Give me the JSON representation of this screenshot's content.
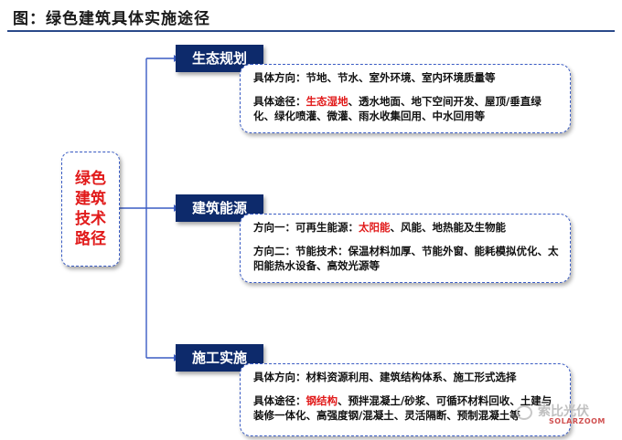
{
  "title": "图：绿色建筑具体实施途径",
  "root": {
    "label": "绿色建筑技术路径"
  },
  "branches": [
    {
      "header": "生态规划",
      "line1_prefix": "具体方向：节地、节水、室外环境、室内环境质量等",
      "line2_prefix": "具体途径：",
      "line2_highlight": "生态湿地",
      "line2_rest": "、透水地面、地下空间开发、屋顶/垂直绿化、绿化喷灌、微灌、雨水收集回用、中水回用等"
    },
    {
      "header": "建筑能源",
      "line1_prefix": "方向一：可再生能源：",
      "line1_highlight": "太阳能",
      "line1_rest": "、风能、地热能及生物能",
      "line2_prefix": "方向二：节能技术：保温材料加厚、节能外窗、能耗模拟优化、太阳能热水设备、高效光源等"
    },
    {
      "header": "施工实施",
      "line1_prefix": "具体方向：材料资源利用、建筑结构体系、施工形式选择",
      "line2_prefix": "具体途径：",
      "line2_highlight": "钢结构",
      "line2_rest": "、预拌混凝土/砂浆、可循环材料回收、土建与装修一体化、高强度钢/混凝土、灵活隔断、预制混凝土等"
    }
  ],
  "watermark": {
    "name": "索比光伏",
    "sub": "SOLARZOOM"
  },
  "colors": {
    "header_bg": "#0d2a6b",
    "highlight": "#e11a1a",
    "border": "#3a5cc4"
  }
}
